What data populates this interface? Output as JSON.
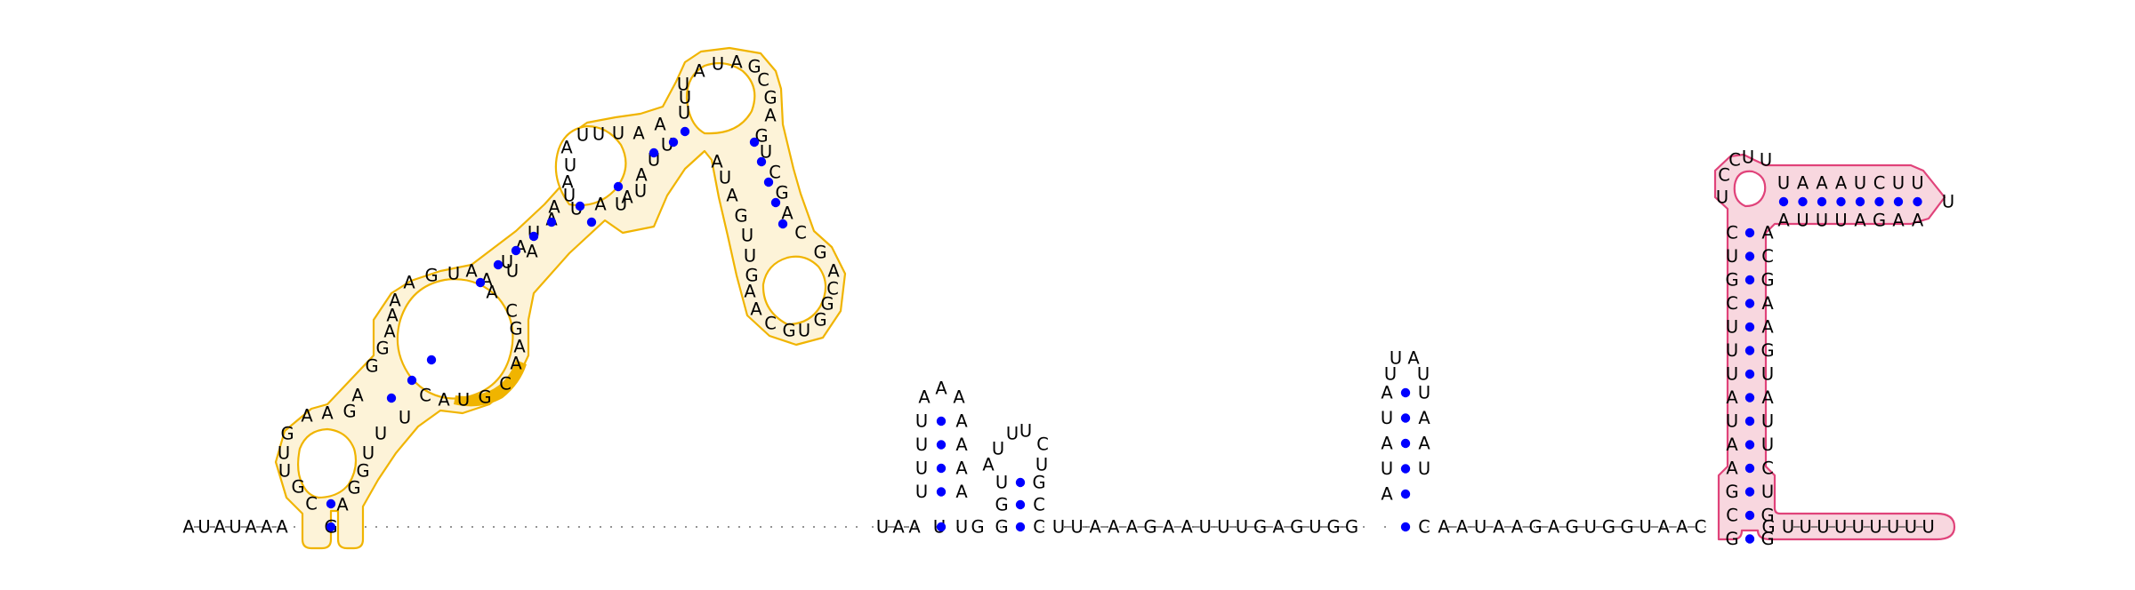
{
  "diagram": {
    "five_prime_strand": "AUAUAAA",
    "loop_A_strand": "AAAA",
    "loop_B_strand": "UUUC",
    "loop_C_strand": "UA",
    "terminal_strand": "UUUUUUUUU",
    "colors": {
      "pairs": "#0000ff",
      "highlight_orange": "#f0b400",
      "highlight_pink": "#e0437a",
      "pink_fill": "#f8d7df"
    }
  }
}
